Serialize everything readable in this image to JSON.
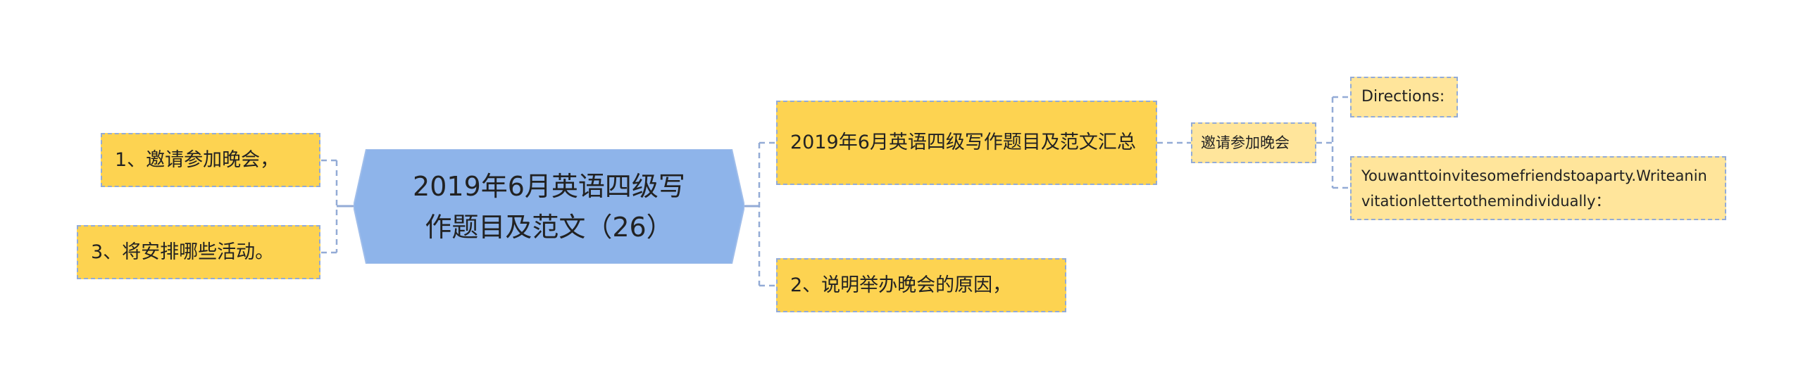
{
  "root": {
    "label": "2019年6月英语四级写作题目及范文（26）"
  },
  "left_children": [
    {
      "label": "1、邀请参加晚会，"
    },
    {
      "label": "3、将安排哪些活动。"
    }
  ],
  "right_children": [
    {
      "label": "2019年6月英语四级写作题目及范文汇总",
      "child": {
        "label": "邀请参加晚会",
        "children": [
          {
            "label": "Directions:"
          },
          {
            "label": "Youwanttoinvitesomefriendstoaparty.Writeaninvitationlettertothemindividually："
          }
        ]
      }
    },
    {
      "label": "2、说明举办晚会的原因，"
    }
  ],
  "colors": {
    "root": "#8eb4ea",
    "main": "#fdd351",
    "light": "#ffe59b",
    "line": "#93abd6"
  }
}
